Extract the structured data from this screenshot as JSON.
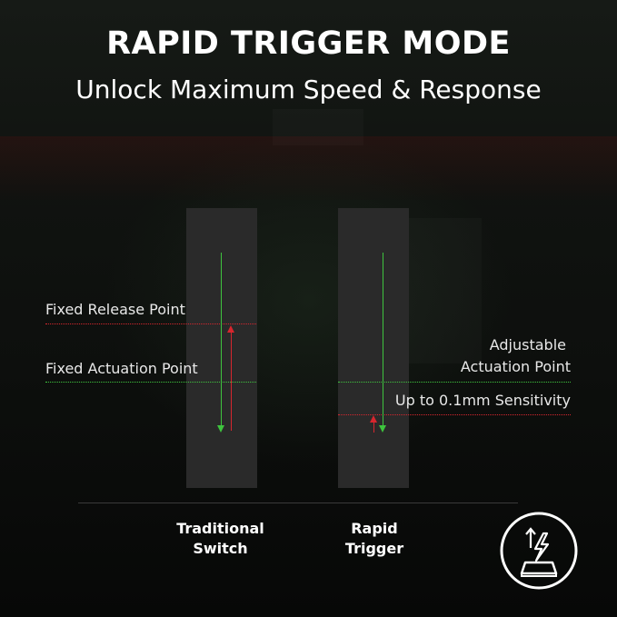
{
  "header": {
    "title": "RAPID TRIGGER MODE",
    "subtitle": "Unlock Maximum Speed & Response"
  },
  "traditional": {
    "release_label": "Fixed Release Point",
    "actuation_label": "Fixed Actuation Point",
    "caption_line1": "Traditional",
    "caption_line2": "Switch"
  },
  "rapid": {
    "actuation_label_line1": "Adjustable",
    "actuation_label_line2": "Actuation Point",
    "sensitivity_label": "Up to 0.1mm Sensitivity",
    "caption_line1": "Rapid",
    "caption_line2": "Trigger"
  },
  "colors": {
    "press": "#3ec43e",
    "release": "#d7262e",
    "pillar": "#2a2a2a"
  },
  "icons": {
    "badge": "rapid-trigger-key-icon"
  }
}
